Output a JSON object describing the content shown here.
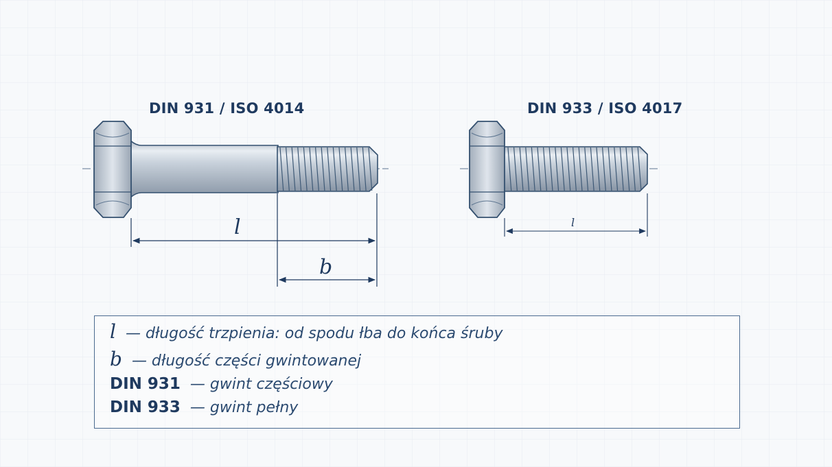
{
  "diagram": {
    "left_bolt": {
      "title": "DIN 931 / ISO 4014",
      "dim_l": "l",
      "dim_b": "b"
    },
    "right_bolt": {
      "title": "DIN 933 / ISO 4017",
      "dim_l": "l"
    },
    "legend": [
      {
        "symbol": "l",
        "text": "— długość trzpienia: od spodu łba do końca śruby"
      },
      {
        "symbol": "b",
        "text": "— długość części gwintowanej"
      },
      {
        "symbol": "DIN 931",
        "text": "— gwint częściowy"
      },
      {
        "symbol": "DIN 933",
        "text": "— gwint pełny"
      }
    ]
  }
}
